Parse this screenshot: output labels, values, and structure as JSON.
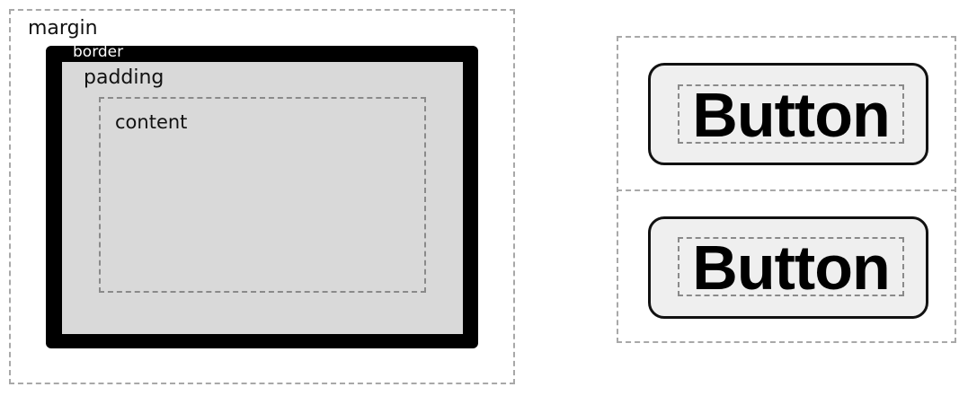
{
  "box_model": {
    "margin_label": "margin",
    "border_label": "border",
    "padding_label": "padding",
    "content_label": "content"
  },
  "buttons": [
    {
      "label": "Button"
    },
    {
      "label": "Button"
    }
  ],
  "colors": {
    "border": "#000000",
    "padding_fill": "#d9d9d9",
    "dashed_outline": "#a8a8a8",
    "button_fill": "#efefef"
  }
}
